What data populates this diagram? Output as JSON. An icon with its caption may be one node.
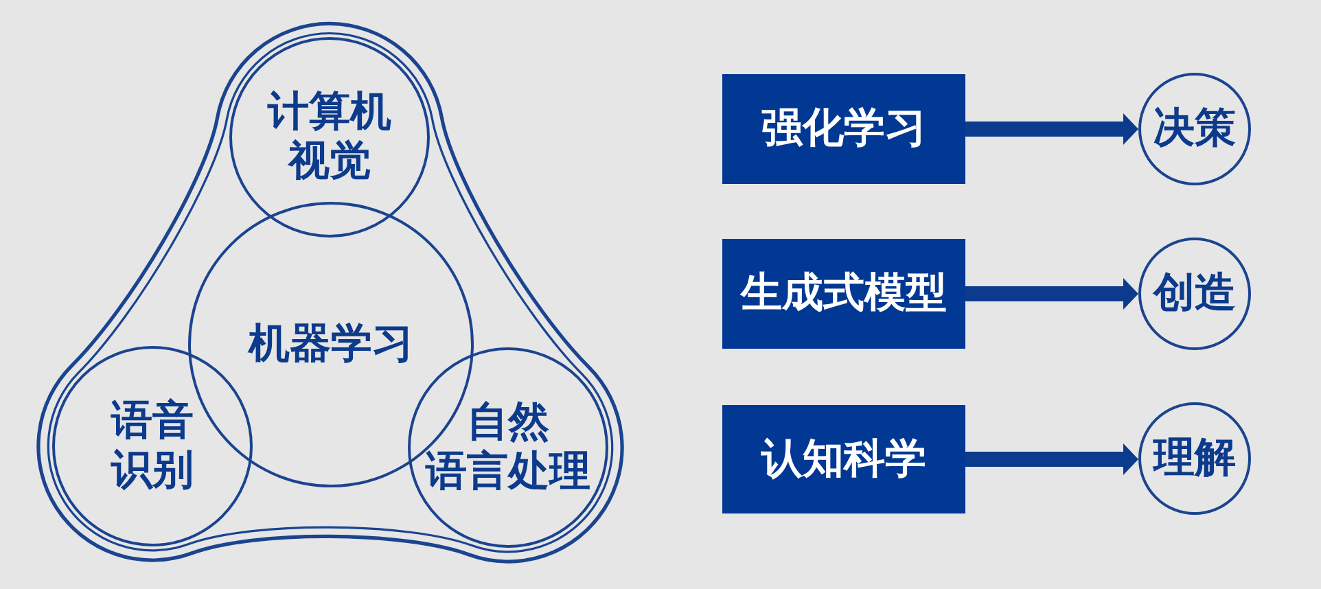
{
  "diagram": {
    "nodes": [
      {
        "text": [],
        "shape": "triangle"
      },
      {
        "text": [
          "计算机视觉"
        ],
        "in": 0
      },
      {
        "text": [
          "机器学习"
        ],
        "in": 0
      },
      {
        "text": [
          "语音识别"
        ],
        "in": 0
      },
      {
        "text": [
          "自然语言处理"
        ],
        "in": 0
      },
      {
        "text": [
          "强化学习"
        ]
      },
      {
        "text": [
          "决策"
        ]
      },
      {
        "text": [
          "生成式模型"
        ]
      },
      {
        "text": [
          "创造"
        ]
      },
      {
        "text": [
          "认知科学"
        ]
      },
      {
        "text": [
          "理解"
        ]
      }
    ],
    "edges": [
      {
        "from": 5,
        "to": 6,
        "arrow": "to"
      },
      {
        "from": 7,
        "to": 8,
        "arrow": "to"
      },
      {
        "from": 9,
        "to": 10,
        "arrow": "to"
      }
    ]
  }
}
